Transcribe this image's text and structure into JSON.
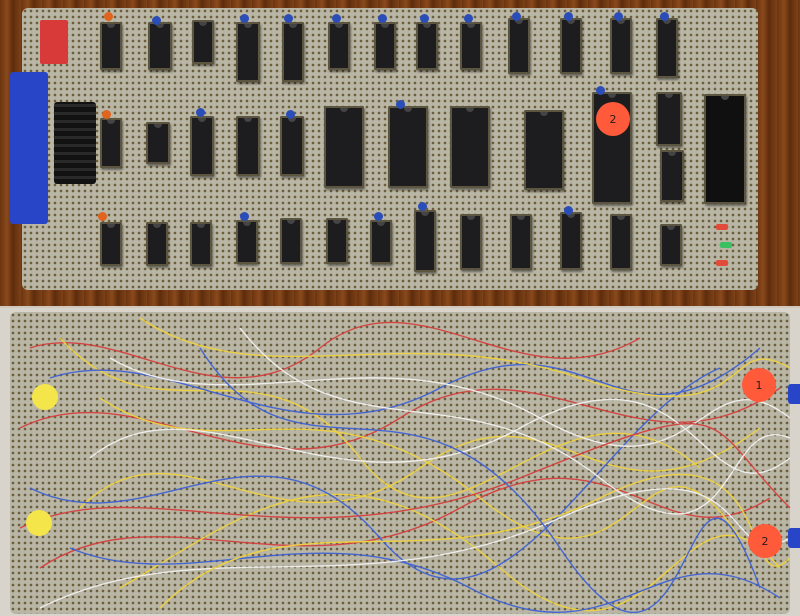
{
  "photo": {
    "description_colors": {
      "wood": "#7a3e14",
      "board": "#b9b6a5",
      "chip": "#1d1d1f",
      "cap_blue": "#2a4db8",
      "cap_orange": "#e0641e",
      "sticker_orange": "#ff5a3a",
      "sticker_yellow": "#f4e64a",
      "wire_colors": [
        "#f2d43a",
        "#3a5fd8",
        "#d83a3a",
        "#f4f4f4"
      ]
    },
    "top_sticker_text": "2",
    "bottom_sticker_text_1": "1",
    "bottom_sticker_text_2": "2"
  }
}
